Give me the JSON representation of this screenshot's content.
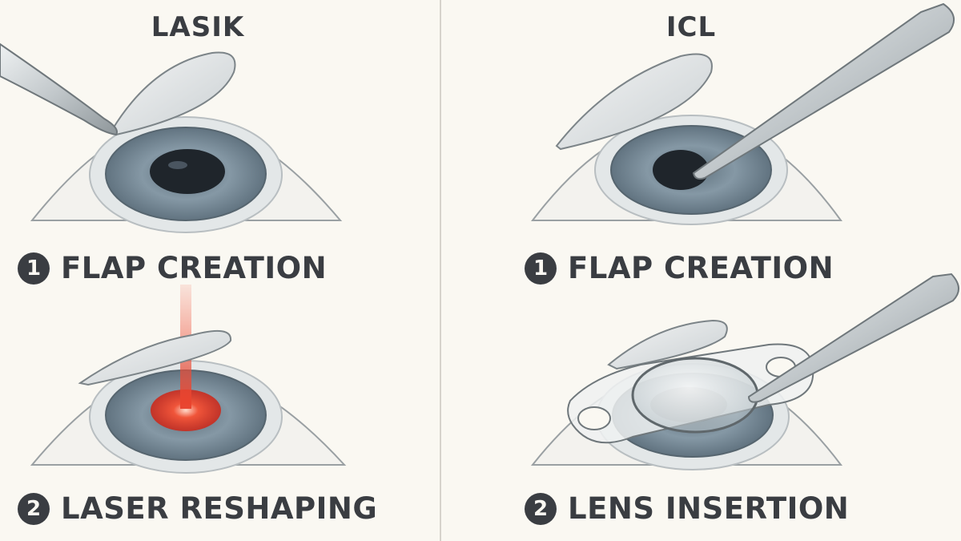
{
  "colors": {
    "background": "#faf8f2",
    "text": "#3a3d42",
    "iris": "#7f929f",
    "pupil": "#1f252b",
    "laser": "#e8462f",
    "instrument": "#c4c9cc"
  },
  "panels": [
    {
      "title": "LASIK",
      "steps": [
        {
          "number": "1",
          "label": "FLAP CREATION"
        },
        {
          "number": "2",
          "label": "LASER RESHAPING"
        }
      ]
    },
    {
      "title": "ICL",
      "steps": [
        {
          "number": "1",
          "label": "FLAP CREATION"
        },
        {
          "number": "2",
          "label": "LENS INSERTION"
        }
      ]
    }
  ]
}
